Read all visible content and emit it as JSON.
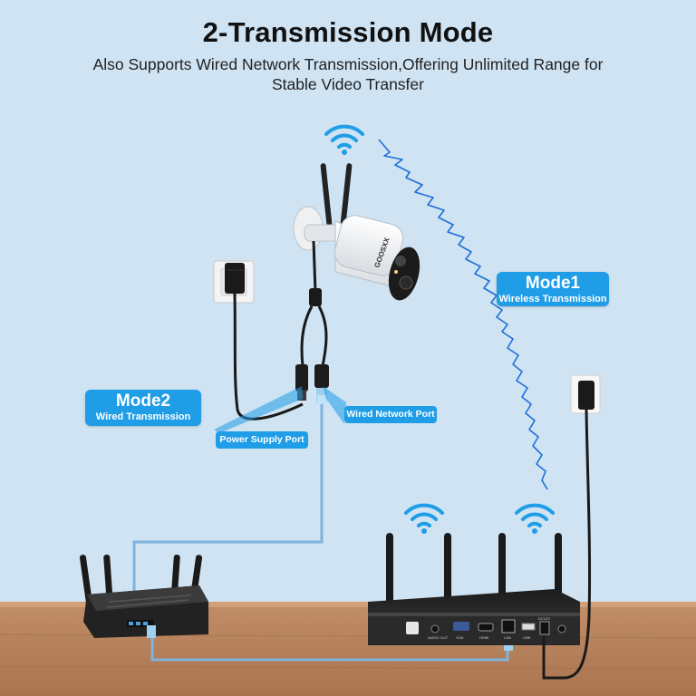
{
  "header": {
    "title": "2-Transmission Mode",
    "subtitle": "Also Supports Wired Network Transmission,Offering Unlimited Range for Stable Video Transfer"
  },
  "callouts": {
    "mode1": {
      "title": "Mode1",
      "subtitle": "Wireless Transmission"
    },
    "mode2": {
      "title": "Mode2",
      "subtitle": "Wired Transmission"
    },
    "power_port": "Power Supply Port",
    "network_port": "Wired Network Port"
  },
  "camera": {
    "brand": "GOOSXX"
  },
  "nvr": {
    "port_labels": [
      "AUDIO OUT",
      "VGA",
      "HDMI",
      "LAN",
      "USB",
      "DC12V"
    ]
  },
  "colors": {
    "background": "#cfe3f3",
    "accent": "#1f9de6",
    "desk": "#b98560",
    "wireless_wave": "#1e6fd8",
    "cable": "#1a1a1a",
    "lan_cable": "#7fb3de"
  },
  "icons": [
    "wifi-icon"
  ]
}
